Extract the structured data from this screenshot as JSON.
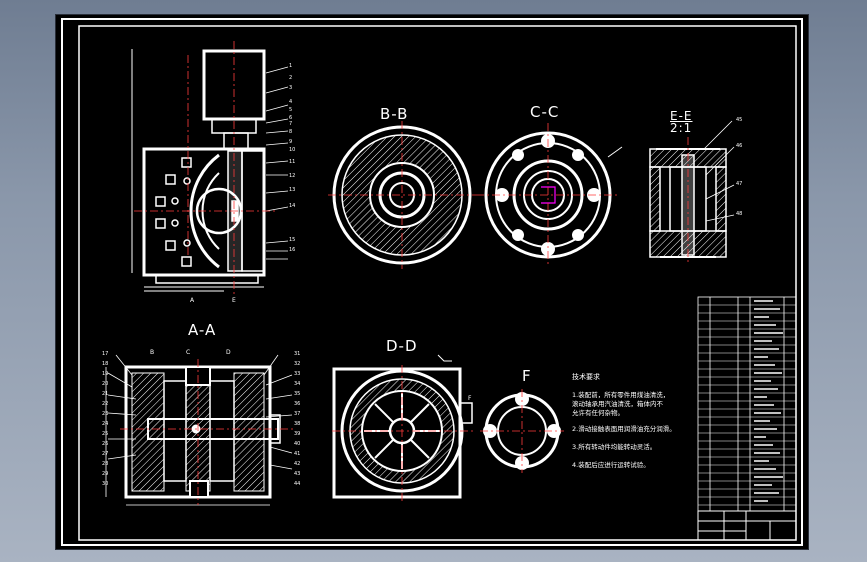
{
  "sections": {
    "bb": "B-B",
    "cc": "C-C",
    "ee": "E-E",
    "ee_scale": "2:1",
    "aa": "A-A",
    "dd": "D-D",
    "f": "F"
  },
  "cut_marks": {
    "a": "A",
    "b": "B",
    "c": "C",
    "d": "D",
    "e": "E",
    "f": "F"
  },
  "technical_requirements": {
    "heading": "技术要求",
    "items": [
      "1.装配前，所有零件用煤油清洗，",
      "  滚动轴承用汽油清洗，箱体内不",
      "  允许有任何杂物。",
      "2.滑动接触表面用润滑油充分润滑。",
      "3.所有转动件均能转动灵活。",
      "4.装配后应进行运转试验。"
    ]
  },
  "part_numbers_main": [
    "1",
    "2",
    "3",
    "4",
    "5",
    "6",
    "7",
    "8",
    "9",
    "10",
    "11",
    "12",
    "13",
    "14",
    "15",
    "16"
  ],
  "part_numbers_ee": [
    "45",
    "46",
    "47",
    "48"
  ],
  "part_numbers_aa_left": [
    "17",
    "18",
    "19",
    "20",
    "21",
    "22",
    "23",
    "24",
    "25",
    "26",
    "27",
    "28",
    "29",
    "30"
  ],
  "part_numbers_aa_right": [
    "31",
    "32",
    "33",
    "34",
    "35",
    "36",
    "37",
    "38",
    "39",
    "40",
    "41",
    "42",
    "43",
    "44"
  ],
  "colors": {
    "line": "#ffffff",
    "center_line": "#ff3b3b",
    "accent": "#ff00ff",
    "sheet": "#000000",
    "background": "#8a97aa"
  }
}
